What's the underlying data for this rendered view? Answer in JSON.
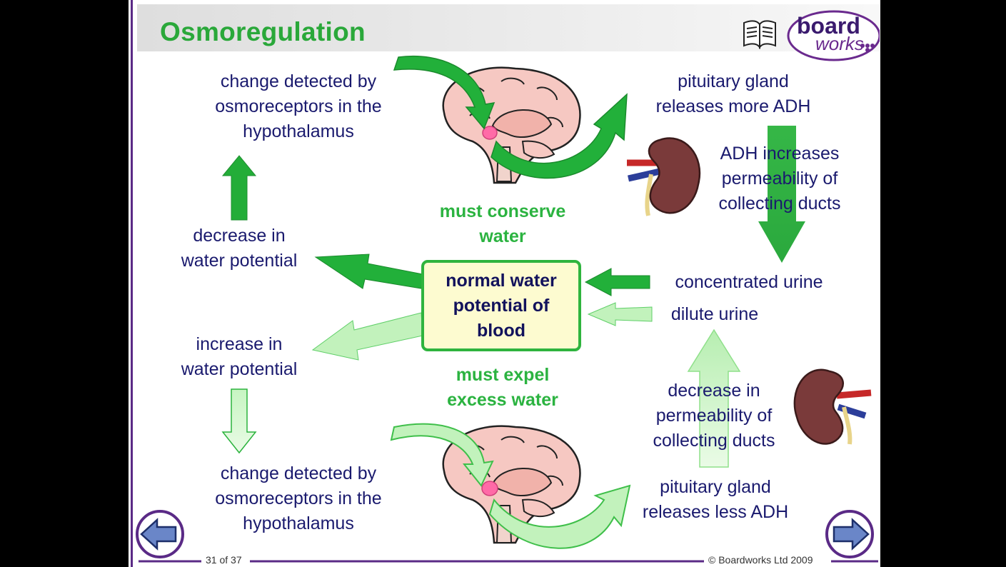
{
  "slide": {
    "title": "Osmoregulation",
    "logo_line1": "board",
    "logo_line2": "works",
    "page_counter": "31 of 37",
    "copyright": "© Boardworks Ltd 2009"
  },
  "center": {
    "lines": [
      "normal water",
      "potential of",
      "blood"
    ]
  },
  "conserve_label": [
    "must conserve",
    "water"
  ],
  "expel_label": [
    "must expel",
    "excess water"
  ],
  "left_top": {
    "detect": [
      "change detected by",
      "osmoreceptors in the",
      "hypothalamus"
    ],
    "potential": [
      "decrease in",
      "water potential"
    ]
  },
  "left_bottom": {
    "potential": [
      "increase in",
      "water potential"
    ],
    "detect": [
      "change detected by",
      "osmoreceptors in the",
      "hypothalamus"
    ]
  },
  "right_top": {
    "pituitary": [
      "pituitary gland",
      "releases more ADH"
    ],
    "adh": [
      "ADH increases",
      "permeability of",
      "collecting ducts"
    ],
    "urine": "concentrated urine"
  },
  "right_bottom": {
    "urine": "dilute urine",
    "permeability": [
      "decrease in",
      "permeability of",
      "collecting ducts"
    ],
    "pituitary": [
      "pituitary gland",
      "releases less ADH"
    ]
  },
  "colors": {
    "title_green": "#2aa83a",
    "dark_green": "#22b03a",
    "light_green": "#b9f0b4",
    "text_navy": "#1a1a6e",
    "accent_purple": "#5a2a86"
  }
}
